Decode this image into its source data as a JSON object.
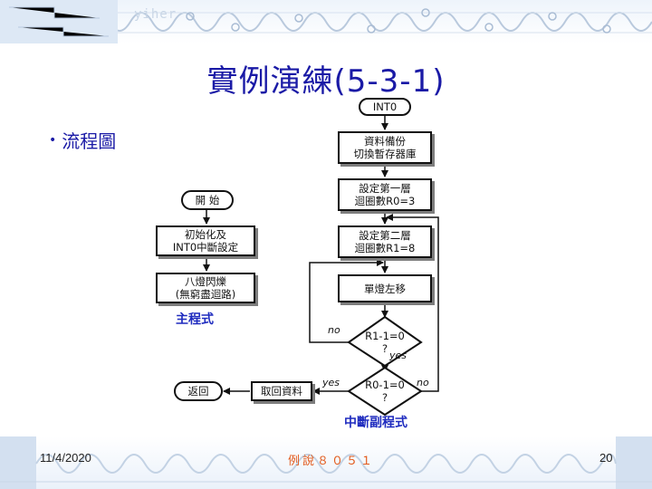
{
  "header": {
    "watermark": "yiher"
  },
  "slide": {
    "title": "實例演練(5-3-1)",
    "bullet": "流程圖"
  },
  "flowchart": {
    "main": {
      "caption": "主程式",
      "start": "開  始",
      "init": [
        "初始化及",
        "INT0中斷設定"
      ],
      "loop": [
        "八燈閃爍",
        "(無窮盡迴路)"
      ]
    },
    "isr": {
      "caption": "中斷副程式",
      "entry": "INT0",
      "save": [
        "資料備份",
        "切換暫存器庫"
      ],
      "set_outer": [
        "設定第一層",
        "迴圈數R0=3"
      ],
      "set_inner": [
        "設定第二層",
        "迴圈數R1=8"
      ],
      "shift": "單燈左移",
      "cond1": [
        "R1-1=0",
        "?"
      ],
      "cond2": [
        "R0-1=0",
        "?"
      ],
      "restore": "取回資料",
      "return": "返回",
      "labels": {
        "no1": "no",
        "yes1": "yes",
        "yes2": "yes",
        "no2": "no"
      }
    }
  },
  "footer": {
    "date": "11/4/2020",
    "center": "例說８０５１",
    "page": "20"
  }
}
